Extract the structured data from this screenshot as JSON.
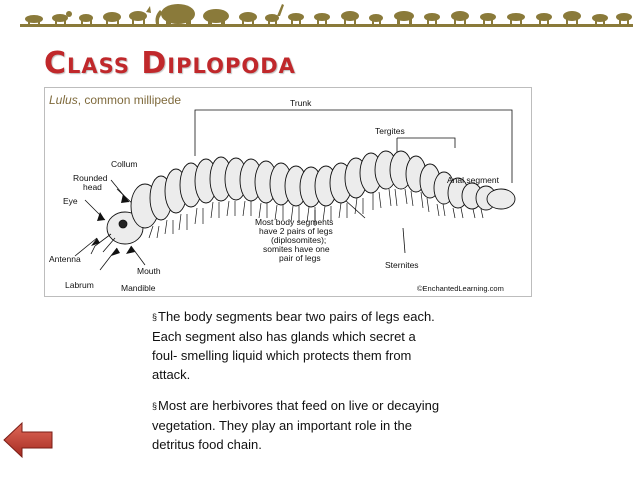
{
  "banner": {
    "icon": "animal-silhouette-banner",
    "color": "#8a7a3a"
  },
  "slide": {
    "title": "Class Diplopoda",
    "title_color": "#c0282b"
  },
  "figure": {
    "caption_species": "Lulus",
    "caption_rest": ", common millipede",
    "labels": {
      "trunk": "Trunk",
      "tergites": "Tergites",
      "collum": "Collum",
      "rounded_head_1": "Rounded",
      "rounded_head_2": "head",
      "eye": "Eye",
      "anal_segment": "Anal segment",
      "segments_1": "Most body segments",
      "segments_2": "have 2 pairs of legs",
      "segments_3": "(diplosomites);",
      "segments_4": "somites have one",
      "segments_5": "pair of legs",
      "antenna": "Antenna",
      "mouth": "Mouth",
      "labrum": "Labrum",
      "mandible": "Mandible",
      "sternites": "Sternites",
      "credit": "©EnchantedLearning.com"
    }
  },
  "bullets": [
    {
      "mark": "§",
      "text": "The body segments bear two pairs of legs each. Each segment also has glands which secret a foul- smelling liquid which protects  them from attack."
    },
    {
      "mark": "§",
      "text": "Most are herbivores that feed on live or decaying vegetation. They play an important role in the detritus food chain."
    }
  ],
  "navigation": {
    "back_icon": "back-arrow-icon",
    "color": "#c0392b"
  }
}
